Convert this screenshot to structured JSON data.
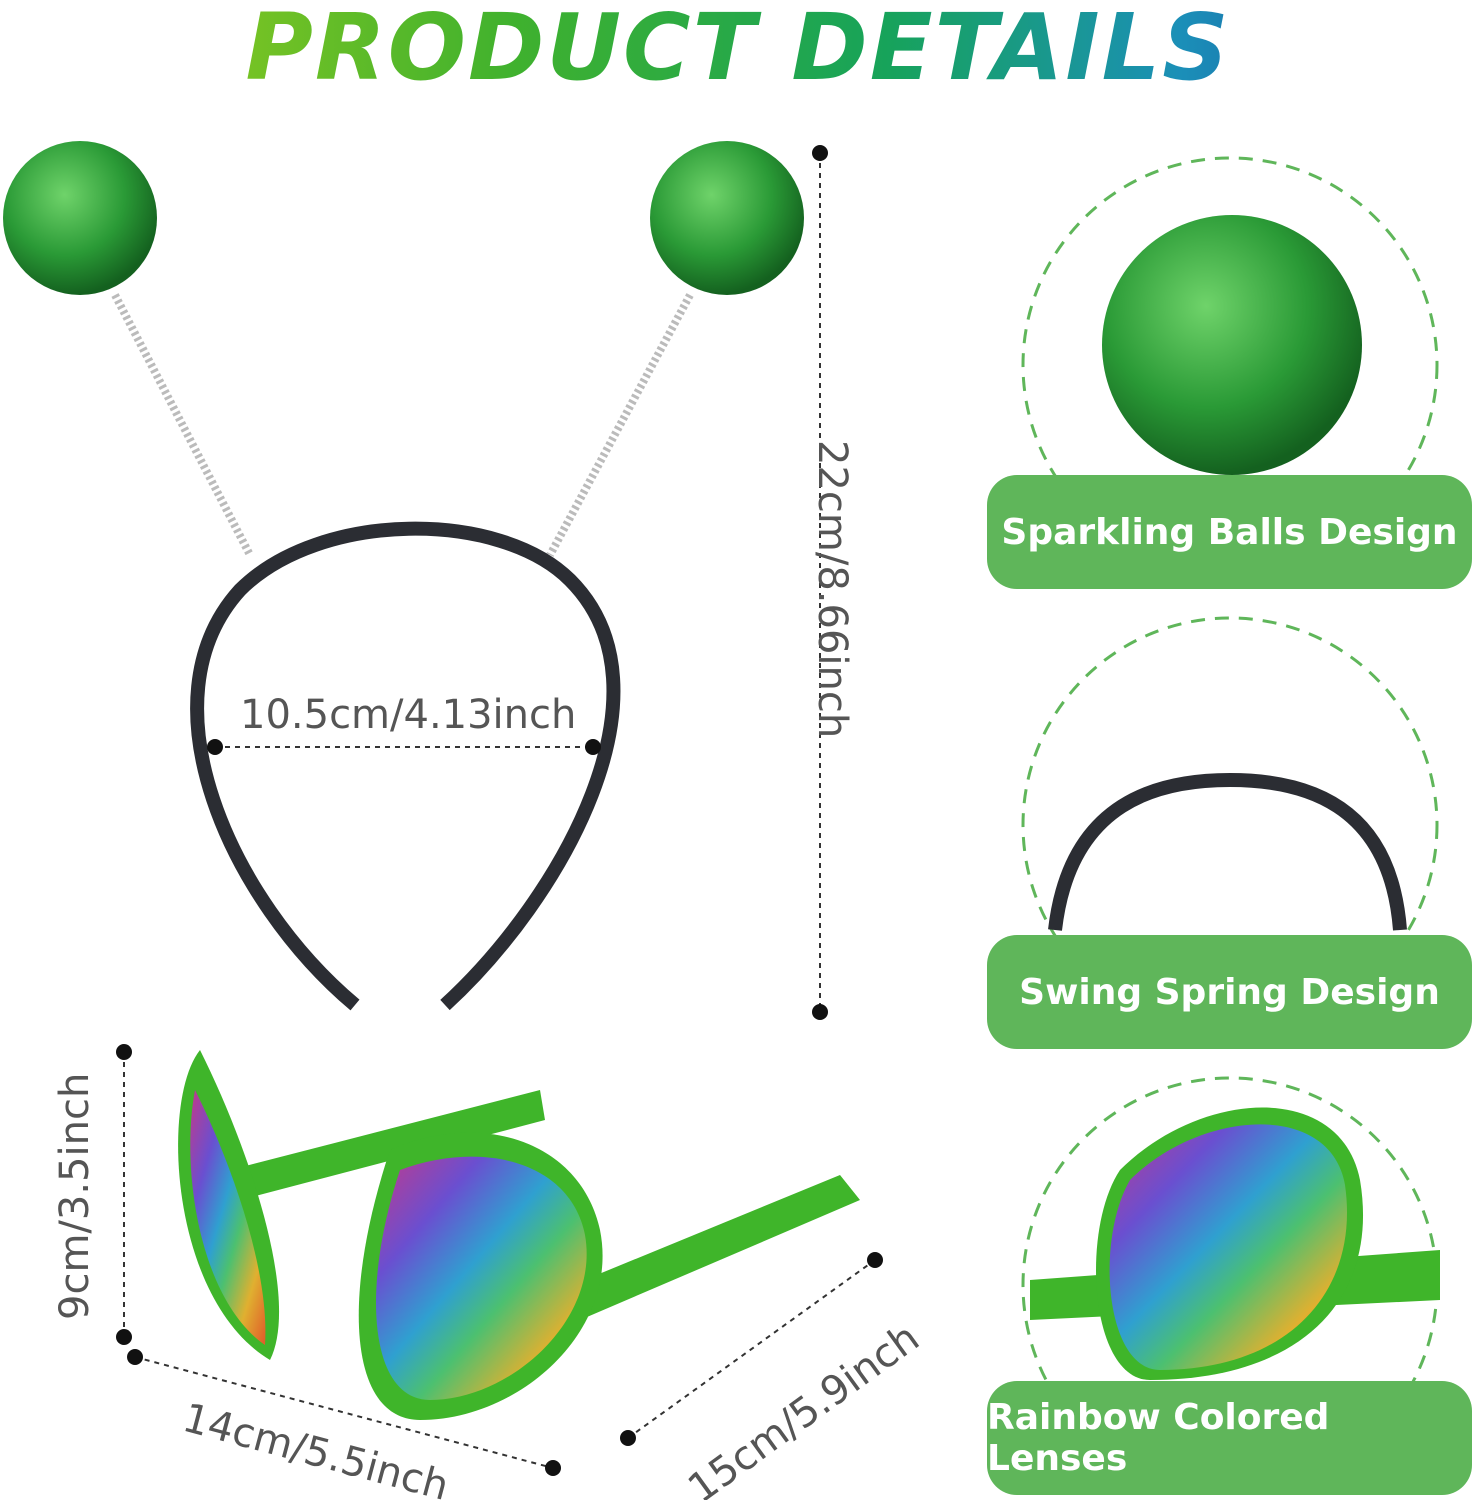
{
  "title": "PRODUCT DETAILS",
  "dimensions": {
    "headband_height": "22cm/8.66inch",
    "headband_width": "10.5cm/4.13inch",
    "glasses_height": "9cm/3.5inch",
    "glasses_width": "14cm/5.5inch",
    "glasses_length": "15cm/5.9inch"
  },
  "features": [
    {
      "label": "Sparkling Balls Design"
    },
    {
      "label": "Swing Spring Design"
    },
    {
      "label": "Rainbow Colored Lenses"
    }
  ],
  "colors": {
    "label_bg": "#5fb65a",
    "ball": "#2e9e3a",
    "frame": "#3fb52a",
    "headband": "#2b2d33"
  }
}
